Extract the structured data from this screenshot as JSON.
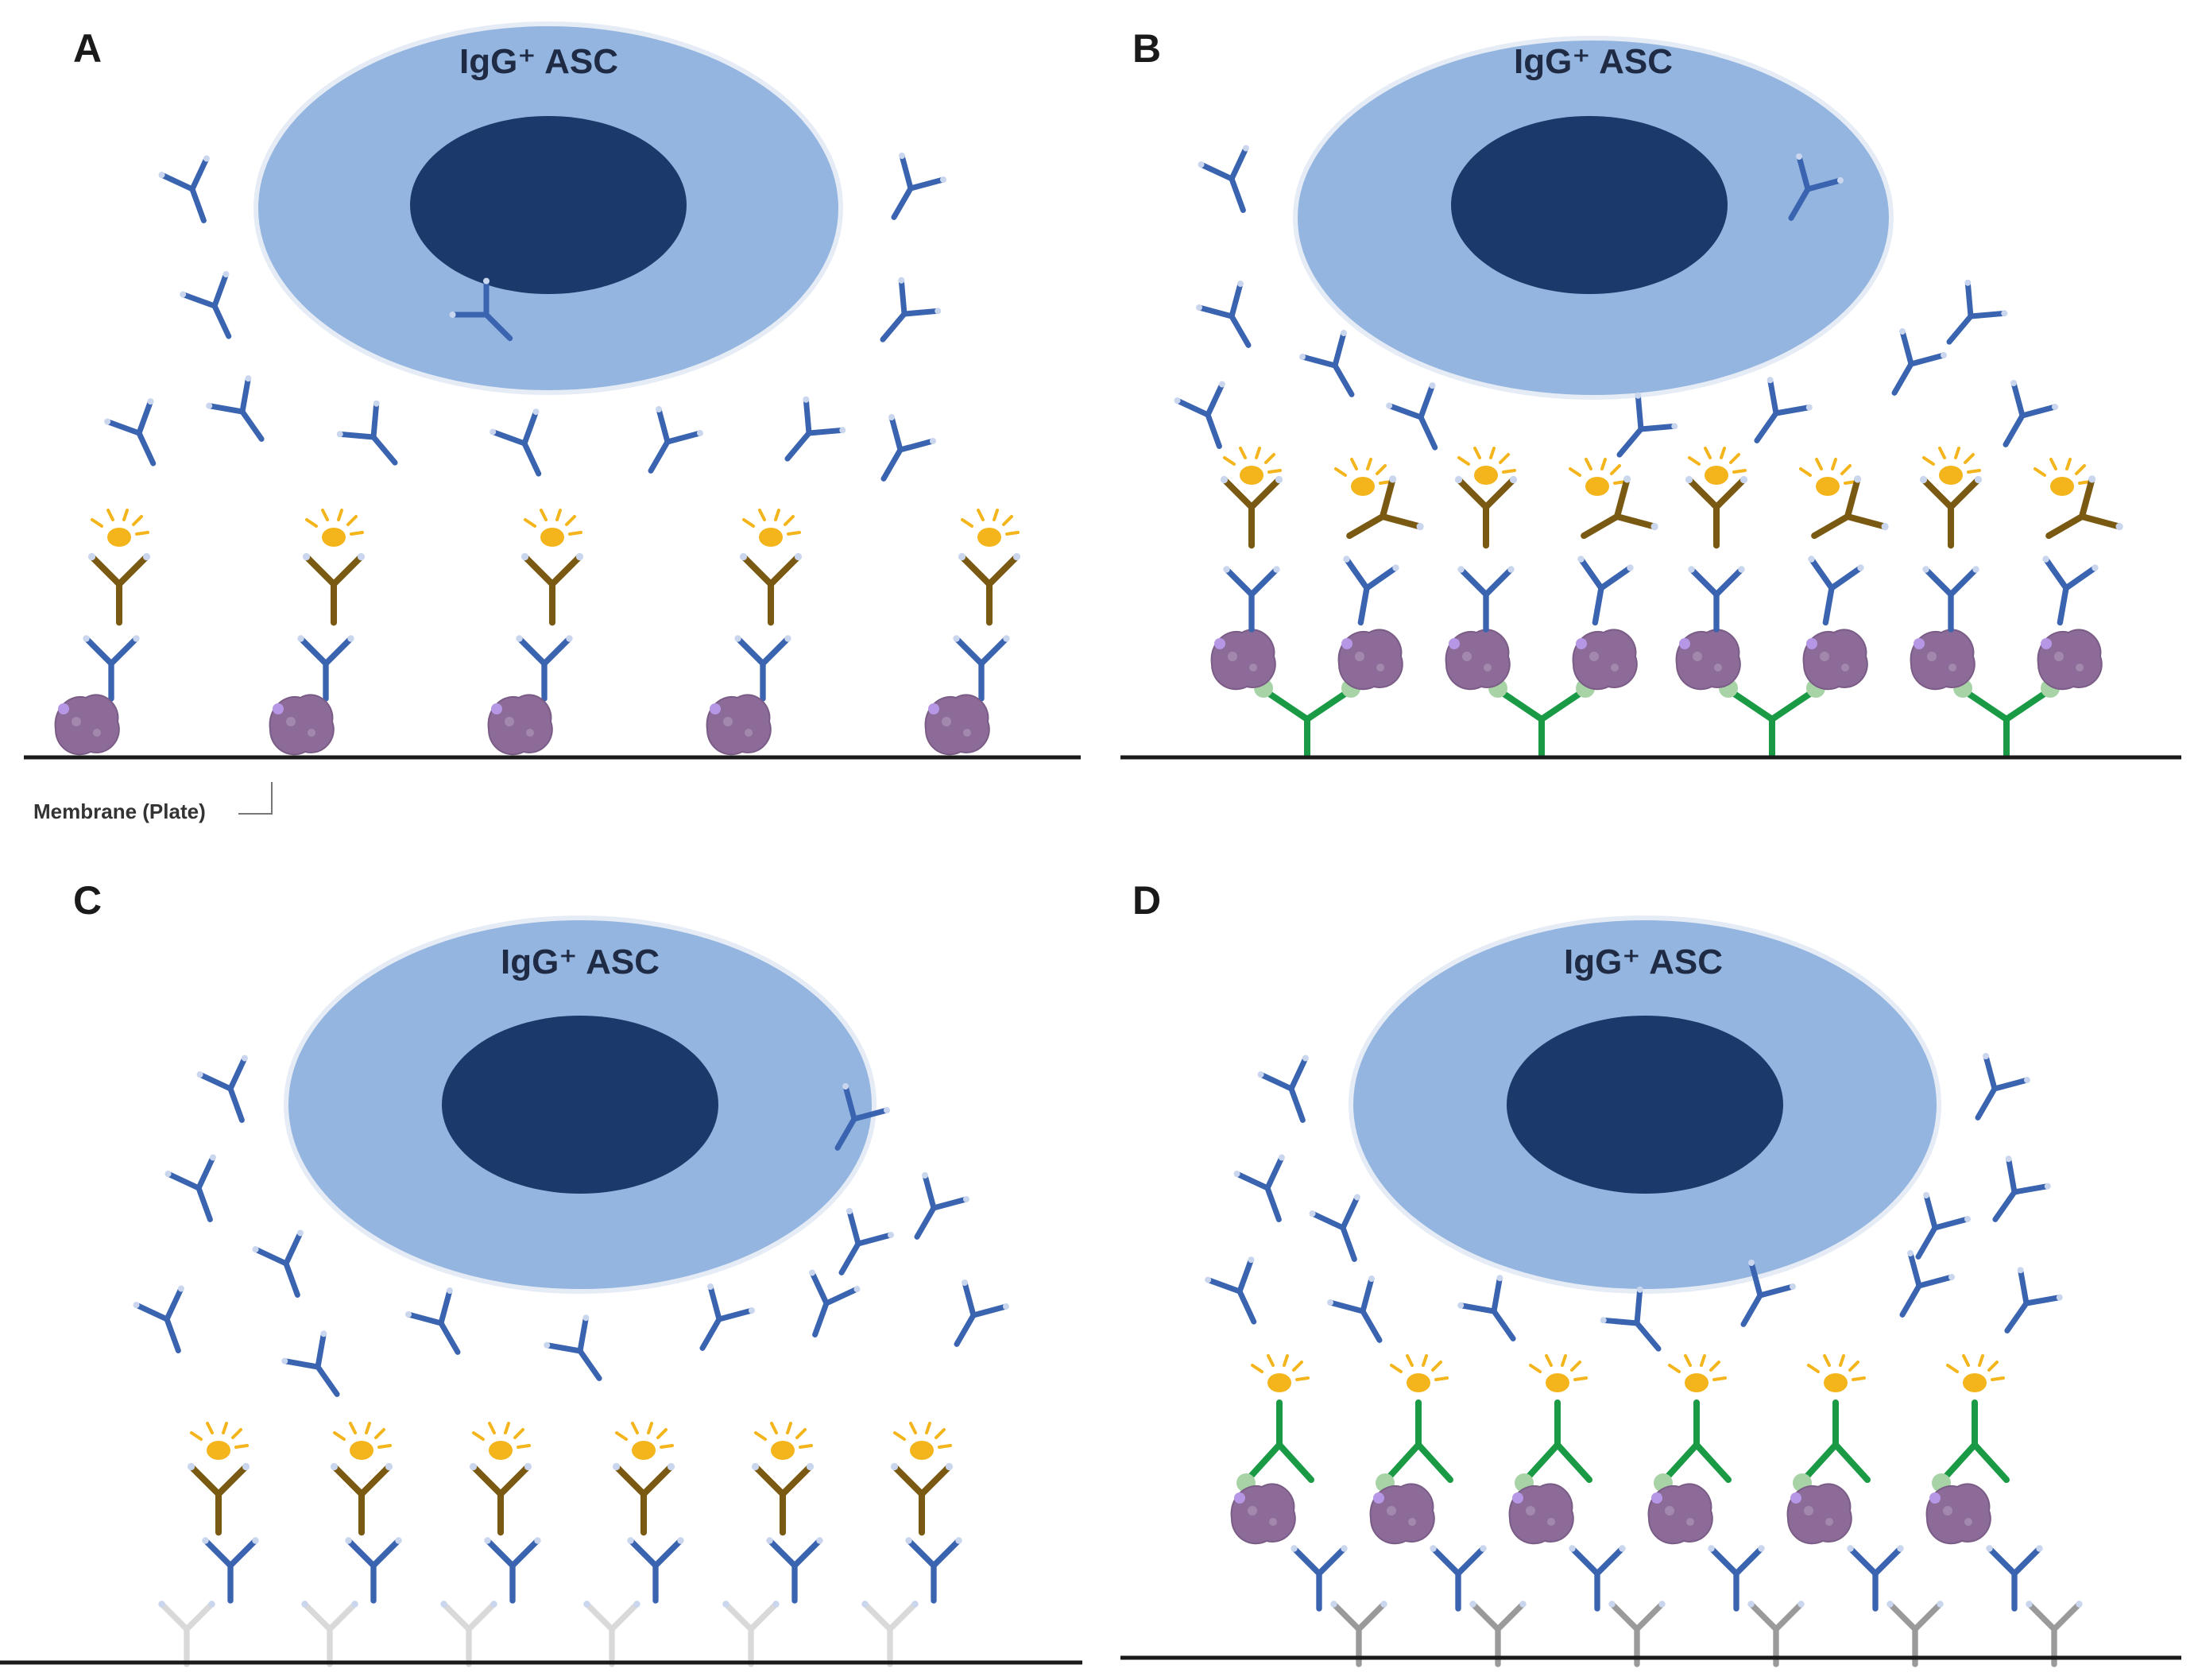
{
  "membrane_label": "Membrane (Plate)",
  "panels": [
    {
      "id": "A",
      "letter": "A",
      "cell_label": "IgG⁺ ASC"
    },
    {
      "id": "B",
      "letter": "B",
      "cell_label": "IgG⁺ ASC"
    },
    {
      "id": "C",
      "letter": "C",
      "cell_label": "IgG⁺ ASC"
    },
    {
      "id": "D",
      "letter": "D",
      "cell_label": "IgG⁺ ASC"
    }
  ],
  "colors": {
    "cell_cytoplasm": "#93b5df",
    "cell_nucleus": "#1b3a6b",
    "secreted_antibody": "#3a63b0",
    "detection_antibody": "#7a5a13",
    "enzyme_label": "#f3b51b",
    "antigen": "#8c6b98",
    "capture_antibody": "#1a9a45",
    "anti_igg_capture_light": "#d9d9d9",
    "anti_igg_capture_grey": "#9a9a9a",
    "membrane": "#1a1a1a"
  },
  "icons": {
    "antibody": "y-shaped-antibody-icon",
    "enzyme": "enzyme-burst-icon",
    "antigen": "antigen-blob-icon",
    "cell": "plasma-cell-icon"
  }
}
